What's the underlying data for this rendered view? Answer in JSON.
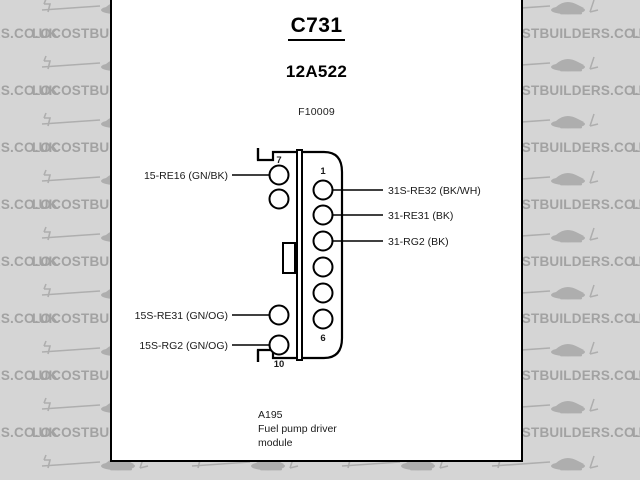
{
  "document": {
    "connector_id": "C731",
    "part_number": "12A522",
    "drawing_code": "F10009"
  },
  "component": {
    "ref": "A195",
    "name_line1": "Fuel pump driver",
    "name_line2": "module"
  },
  "connector": {
    "left_column_start_pin": "7",
    "left_column_end_pin": "10",
    "right_column_start_pin": "1",
    "right_column_end_pin": "6",
    "left_pin_count": 4,
    "right_pin_count": 6
  },
  "left_wires": [
    {
      "label": "15-RE16 (GN/BK)",
      "pin": "7"
    },
    {
      "label": "15S-RE31 (GN/OG)",
      "pin": "9"
    },
    {
      "label": "15S-RG2 (GN/OG)",
      "pin": "10"
    }
  ],
  "right_wires": [
    {
      "label": "31S-RE32 (BK/WH)",
      "pin": "1"
    },
    {
      "label": "31-RE31 (BK)",
      "pin": "2"
    },
    {
      "label": "31-RG2 (BK)",
      "pin": "3"
    }
  ],
  "watermark": {
    "text": "LOCOSTBUILDERS.CO.UK",
    "color": "#a2a2a2",
    "background": "#d5d5d5"
  },
  "colors": {
    "panel_background": "#ffffff",
    "line": "#000000",
    "text": "#1a1a1a"
  }
}
